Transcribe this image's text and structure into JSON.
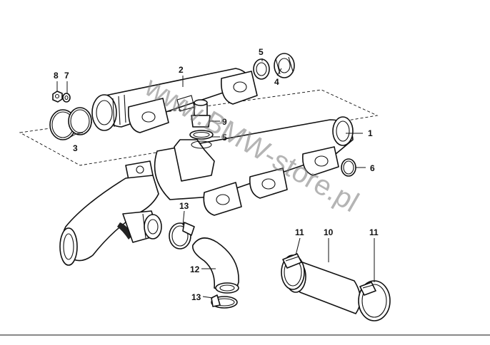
{
  "callouts": [
    "1",
    "2",
    "3",
    "4",
    "5",
    "5",
    "6",
    "7",
    "8",
    "9",
    "10",
    "11",
    "11",
    "12",
    "13",
    "13"
  ],
  "watermark": "www.BMW-store.pl"
}
